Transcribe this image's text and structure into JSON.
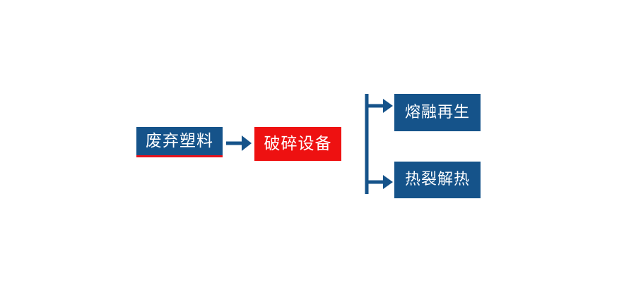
{
  "diagram": {
    "title": "",
    "background_color": "#ffffff",
    "colors": {
      "primary_blue": "#15538a",
      "accent_red": "#ee1111",
      "underline_red": "#e8111b",
      "connector_blue": "#15538a",
      "node_text": "#ffffff"
    },
    "nodes": {
      "waste_plastic": {
        "label": "废弃塑料",
        "shape": "rectangle",
        "fill": "#15538a",
        "text_color": "#ffffff",
        "accent_underline": "#e8111b"
      },
      "crusher": {
        "label": "破碎设备",
        "shape": "rectangle",
        "fill": "#ee1111",
        "text_color": "#ffffff"
      },
      "melt_regeneration": {
        "label": "熔融再生",
        "shape": "rectangle",
        "fill": "#15538a",
        "text_color": "#ffffff"
      },
      "pyrolysis_heat": {
        "label": "热裂解热",
        "shape": "rectangle",
        "fill": "#15538a",
        "text_color": "#ffffff"
      }
    },
    "connectors": {
      "main_arrow": {
        "icon": "arrow-right-icon",
        "from": "waste_plastic",
        "to": "crusher",
        "color": "#15538a"
      },
      "branch": {
        "icon": "branch-split-icon",
        "from": "crusher",
        "to": [
          "melt_regeneration",
          "pyrolysis_heat"
        ],
        "color": "#15538a"
      }
    }
  }
}
